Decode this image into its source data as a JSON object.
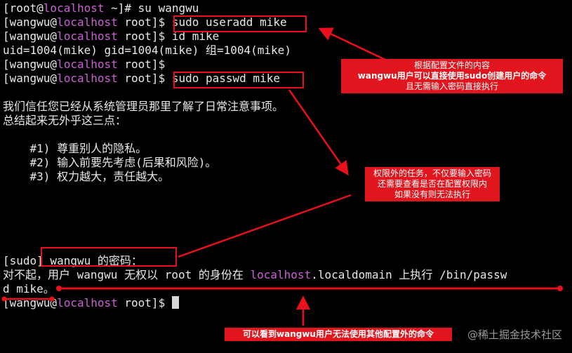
{
  "terminal": {
    "lines": [
      {
        "type": "prompt",
        "user": "[root@",
        "host": "localhost",
        "path": " ~]#",
        "cmd": " su wangwu"
      },
      {
        "type": "prompt",
        "user": "[wangwu@",
        "host": "localhost",
        "path": " root]$",
        "cmd": " sudo useradd mike"
      },
      {
        "type": "prompt",
        "user": "[wangwu@",
        "host": "localhost",
        "path": " root]$",
        "cmd": " id mike"
      },
      {
        "type": "text",
        "text": "uid=1004(mike) gid=1004(mike) 组=1004(mike)"
      },
      {
        "type": "prompt",
        "user": "[wangwu@",
        "host": "localhost",
        "path": " root]$",
        "cmd": ""
      },
      {
        "type": "prompt",
        "user": "[wangwu@",
        "host": "localhost",
        "path": " root]$",
        "cmd": " sudo passwd mike"
      },
      {
        "type": "text",
        "text": ""
      },
      {
        "type": "text",
        "text": "我们信任您已经从系统管理员那里了解了日常注意事项。"
      },
      {
        "type": "text",
        "text": "总结起来无外乎这三点："
      },
      {
        "type": "text",
        "text": ""
      },
      {
        "type": "text",
        "text": "    #1) 尊重别人的隐私。"
      },
      {
        "type": "text",
        "text": "    #2) 输入前要先考虑(后果和风险)。"
      },
      {
        "type": "text",
        "text": "    #3) 权力越大，责任越大。"
      },
      {
        "type": "text",
        "text": ""
      },
      {
        "type": "text",
        "text": ""
      },
      {
        "type": "text",
        "text": ""
      },
      {
        "type": "text",
        "text": ""
      },
      {
        "type": "text",
        "text": ""
      },
      {
        "type": "text",
        "text": "[sudo] wangwu 的密码："
      },
      {
        "type": "mixed",
        "before": "对不起，用户 wangwu 无权以 root 的身份在 ",
        "host": "localhost",
        "after": ".localdomain 上执行 /bin/passw"
      },
      {
        "type": "text",
        "text": "d mike。"
      },
      {
        "type": "prompt",
        "user": "[wangwu@",
        "host": "localhost",
        "path": " root]$",
        "cmd": " ",
        "cursor": true
      }
    ]
  },
  "annotations": {
    "note1": [
      "根据配置文件的内容",
      "wangwu用户可以直接使用sudo创建用户的命令",
      "且无需输入密码直接执行"
    ],
    "note2": [
      "权限外的任务，不仅要输入密码",
      "还需要查看是否在配置权限内",
      "如果没有则无法执行"
    ],
    "note3": "可以看到wangwu用户无法使用其他配置外的命令"
  },
  "watermark": "@稀土掘金技术社区",
  "colors": {
    "accent": "#e8101a",
    "host": "#cf5fd8",
    "text": "#e8e8e8",
    "background": "#000000"
  }
}
